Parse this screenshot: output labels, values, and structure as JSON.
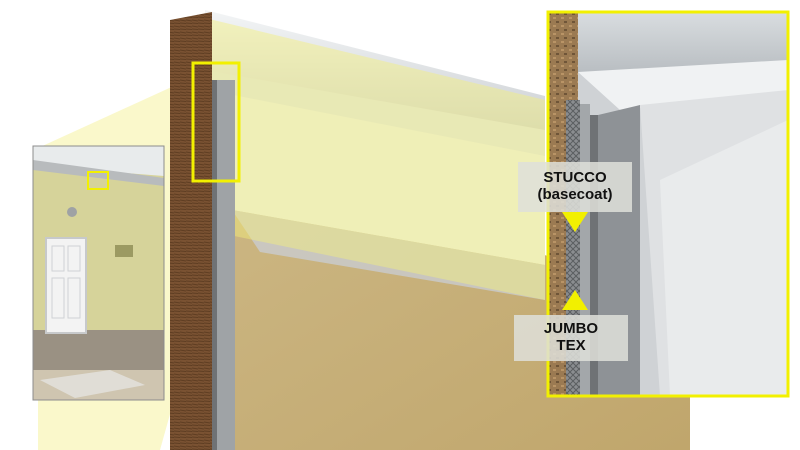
{
  "callouts": {
    "stucco": {
      "line1": "STUCCO",
      "line2": "(basecoat)"
    },
    "jumbo": {
      "line1": "JUMBO",
      "line2": "TEX"
    }
  },
  "colors": {
    "highlight": "#f2f000",
    "stucco_wall": "#c9b27a",
    "wood_stud": "#7a5232",
    "trim": "#e6e9ea",
    "building_wall": "#d6d39a"
  }
}
